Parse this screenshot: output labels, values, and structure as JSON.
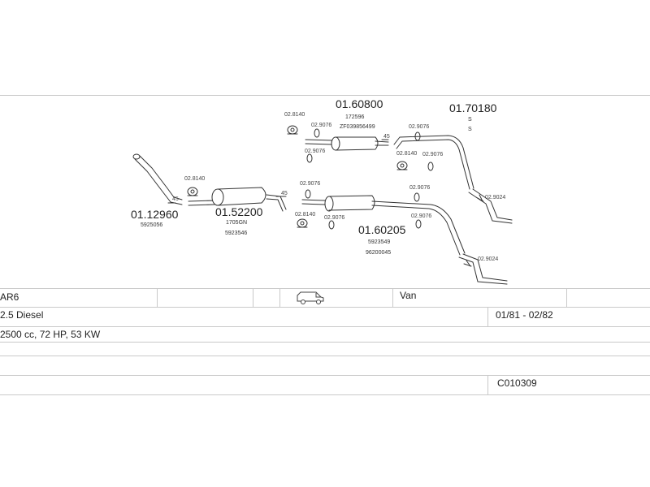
{
  "diagram": {
    "main_parts": [
      {
        "id": "p1",
        "number": "01.12960",
        "subs": [
          "5925056"
        ]
      },
      {
        "id": "p2",
        "number": "01.52200",
        "subs": [
          "1705GN",
          "5923546"
        ]
      },
      {
        "id": "p3",
        "number": "01.60800",
        "subs": [
          "172596",
          "ZF039856499"
        ]
      },
      {
        "id": "p4",
        "number": "01.70180",
        "subs": [
          "S",
          "S"
        ]
      },
      {
        "id": "p5",
        "number": "01.60205",
        "subs": [
          "5923549",
          "96200045"
        ]
      }
    ],
    "accessories": {
      "a1": "02.8140",
      "a2": "02.8140",
      "a3": "02.9076",
      "a4": "02.9076",
      "a5": "02.9076",
      "a6": "02.8140",
      "a7": "02.9076",
      "a8": "02.9076",
      "a9": "02.8140",
      "a10": "02.9076",
      "a11": "02.9076",
      "a12": "02.9076",
      "a13": "02.9024",
      "a14": "02.9024"
    },
    "angles": {
      "g1": "45",
      "g2": "45",
      "g3": "45"
    }
  },
  "table": {
    "row1": {
      "model": "AR6",
      "body": "Van"
    },
    "row2": {
      "engine": "2.5 Diesel",
      "years": "01/81 - 02/82"
    },
    "row3": {
      "specs": "2500 cc, 72 HP, 53 KW"
    },
    "row5": {
      "code": "C010309"
    }
  },
  "icons": {
    "van": "van-icon"
  }
}
